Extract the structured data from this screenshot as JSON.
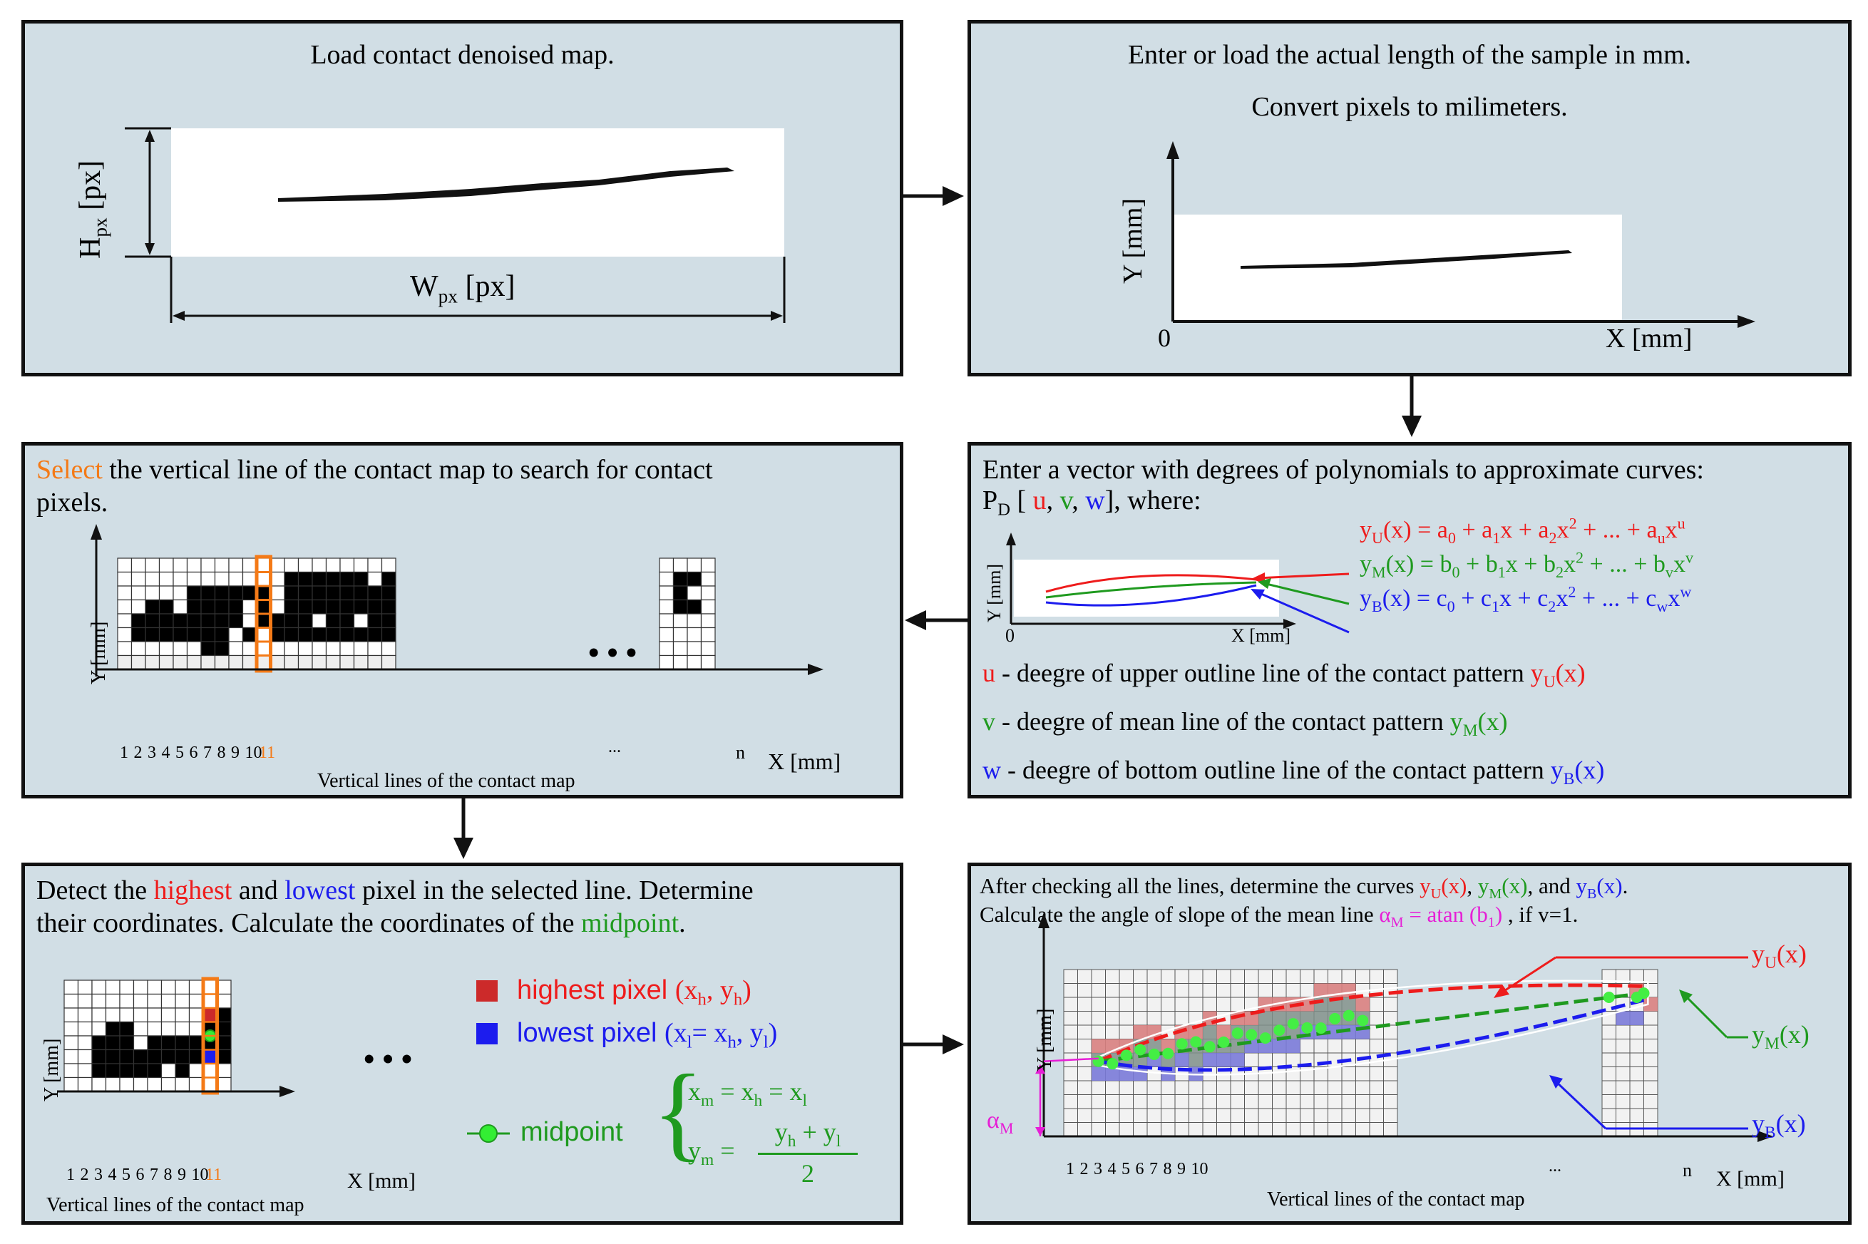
{
  "panel1": {
    "title": "Load contact denoised map.",
    "h_label": "H",
    "h_sub": "px",
    "h_unit": " [px]",
    "w_label": "W",
    "w_sub": "px",
    "w_unit": " [px]"
  },
  "panel2": {
    "line1": "Enter or load the actual length of the sample in mm.",
    "line2": "Convert pixels to milimeters.",
    "y_axis": "Y [mm]",
    "x_axis": "X [mm]",
    "origin": "0"
  },
  "panel3": {
    "select_word": "Select",
    "title_rest": " the vertical line of the contact map to search for contact",
    "title_line2": "pixels.",
    "y_axis": "Y [mm]",
    "x_axis": "X [mm]",
    "ticks": [
      "1",
      "2",
      "3",
      "4",
      "5",
      "6",
      "7",
      "8",
      "9",
      "10",
      "11"
    ],
    "tick_dots": "...",
    "tick_n": "n",
    "caption": "Vertical lines of the contact map",
    "ellipsis": "• • •"
  },
  "panel4": {
    "line1": "Enter a vector with degrees of polynomials to approximate curves:",
    "pd": "P",
    "pd_sub": "D",
    "u": "u",
    "v": "v",
    "w": "w",
    "where": "], where:",
    "mini_y": "Y [mm]",
    "mini_x": "X [mm]",
    "mini_origin": "0",
    "desc_u_letter": "u",
    "desc_u": " - deegre of upper outline line of the contact pattern ",
    "desc_v_letter": "v",
    "desc_v": " - deegre of mean line of the contact pattern ",
    "desc_w_letter": "w",
    "desc_w": " - deegre of bottom outline line of the contact pattern "
  },
  "panel5": {
    "line1_a": "Detect the ",
    "highest": "highest",
    "line1_b": " and ",
    "lowest": "lowest",
    "line1_c": " pixel in the selected line. Determine",
    "line2_a": "their coordinates. Calculate the coordinates of the ",
    "midpoint_word": "midpoint",
    "line2_b": ".",
    "legend_high": "highest pixel",
    "legend_low": "lowest pixel",
    "legend_mid": "midpoint",
    "y_axis": "Y [mm]",
    "x_axis": "X [mm]",
    "caption": "Vertical lines of the contact map",
    "ellipsis": "• • •",
    "ticks": [
      "1",
      "2",
      "3",
      "4",
      "5",
      "6",
      "7",
      "8",
      "9",
      "10",
      "11"
    ]
  },
  "panel6": {
    "line1_a": "After checking all the lines, determine the curves ",
    "line1_b": ", ",
    "line1_c": ", and ",
    "line1_d": ".",
    "line2_a": "Calculate the angle of slope of the mean line ",
    "alpha_eq": " = atan (b",
    "alpha_eq_end": ")",
    "line2_b": " , if v=1.",
    "y_axis": "Y [mm]",
    "x_axis": "X [mm]",
    "caption": "Vertical lines of the contact map",
    "ticks": [
      "1",
      "2",
      "3",
      "4",
      "5",
      "6",
      "7",
      "8",
      "9",
      "10"
    ],
    "tick_dots": "...",
    "tick_n": "n",
    "alpha_label": "α",
    "alpha_sub": "M",
    "ellipsis": "• • •"
  },
  "colors": {
    "panel_bg": "#d1dee5",
    "upper": "#ee1c1c",
    "mean": "#1f9a1f",
    "bottom": "#1c1cee",
    "select": "#f47a17",
    "alpha": "#e61ed6",
    "midpoint_dot": "#33ee33"
  }
}
